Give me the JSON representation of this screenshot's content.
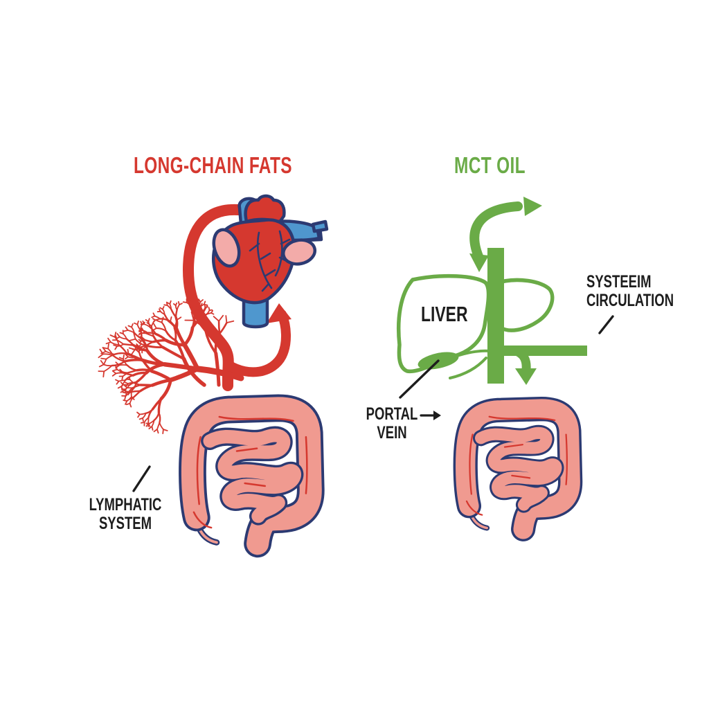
{
  "page": {
    "background": "#ffffff"
  },
  "colors": {
    "red": "#d5382f",
    "green": "#6aab47",
    "navy": "#2c3a72",
    "pink": "#f09a90",
    "pink_light": "#f3aba9",
    "blue": "#4f97ce",
    "text": "#1d1d1d",
    "bg": "#ffffff"
  },
  "left_panel": {
    "title": "LONG-CHAIN FATS",
    "lymphatic_label": {
      "line1": "LYMPHATIC",
      "line2": "SYSTEM"
    }
  },
  "right_panel": {
    "title": "MCT OIL",
    "liver_label": "LIVER",
    "portal_label": {
      "line1": "PORTAL",
      "line2": "VEIN"
    },
    "systemic_label": {
      "line1": "SYSTEEIM",
      "line2": "CIRCULATION"
    }
  }
}
